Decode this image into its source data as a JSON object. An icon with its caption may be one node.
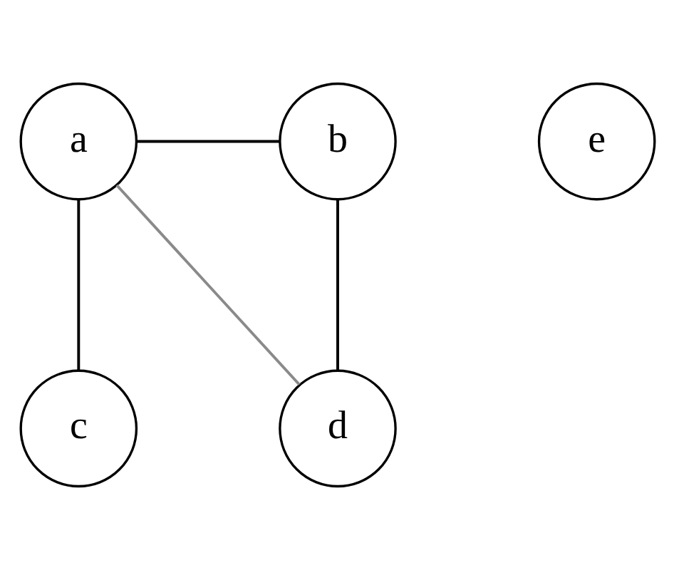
{
  "diagram": {
    "nodes": [
      {
        "text": [
          "a"
        ]
      },
      {
        "text": [
          "b"
        ]
      },
      {
        "text": [
          "c"
        ]
      },
      {
        "text": [
          "d"
        ]
      },
      {
        "text": [
          "e"
        ]
      }
    ],
    "edges": [
      {
        "from": 0,
        "to": 1,
        "arrow": "none"
      },
      {
        "from": 0,
        "to": 2,
        "arrow": "none"
      },
      {
        "from": 1,
        "to": 3,
        "arrow": "none"
      },
      {
        "from": 0,
        "to": 3,
        "arrow": "none",
        "color": "#8a8a8a"
      }
    ]
  }
}
